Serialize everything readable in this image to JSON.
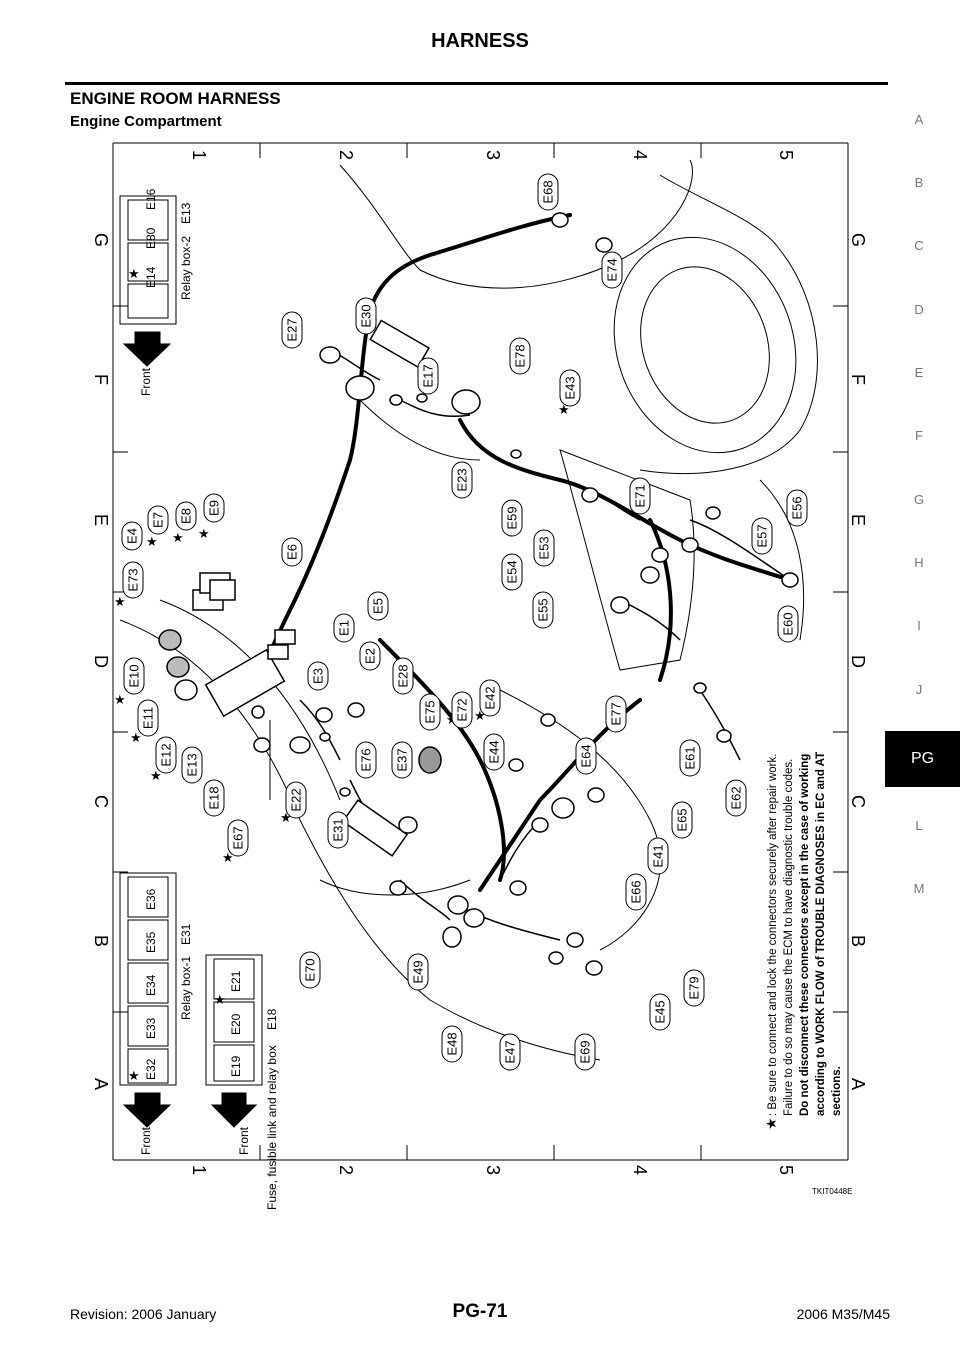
{
  "header": {
    "title": "HARNESS"
  },
  "section": {
    "title": "ENGINE ROOM HARNESS",
    "subtitle": "Engine Compartment"
  },
  "side_index": [
    "A",
    "B",
    "C",
    "D",
    "E",
    "F",
    "G",
    "H",
    "I",
    "J",
    "PG",
    "L",
    "M"
  ],
  "active_index": "PG",
  "grid": {
    "columns": [
      "1",
      "2",
      "3",
      "4",
      "5"
    ],
    "rows": [
      "G",
      "F",
      "E",
      "D",
      "C",
      "B",
      "A"
    ]
  },
  "relay_box_2": {
    "label": "Relay box-2",
    "front": "Front",
    "cells": [
      "E14",
      "E80",
      "E16"
    ],
    "bottom_label": "E13"
  },
  "relay_box_1": {
    "label": "Relay box-1",
    "front": "Front",
    "cells": [
      "E32",
      "E33",
      "E34",
      "E35",
      "E36"
    ],
    "bottom_label": "E31"
  },
  "fuse_box": {
    "label": "Fuse, fusible link and relay box",
    "front": "Front",
    "cells": [
      "E19",
      "E20",
      "E21"
    ],
    "bottom_label": "E18"
  },
  "connectors": [
    {
      "id": "E68"
    },
    {
      "id": "E74"
    },
    {
      "id": "E27"
    },
    {
      "id": "E30"
    },
    {
      "id": "E17"
    },
    {
      "id": "E78"
    },
    {
      "id": "E43"
    },
    {
      "id": "E23"
    },
    {
      "id": "E71"
    },
    {
      "id": "E59"
    },
    {
      "id": "E53"
    },
    {
      "id": "E56"
    },
    {
      "id": "E57"
    },
    {
      "id": "E54"
    },
    {
      "id": "E55"
    },
    {
      "id": "E60"
    },
    {
      "id": "E4"
    },
    {
      "id": "E7"
    },
    {
      "id": "E8"
    },
    {
      "id": "E9"
    },
    {
      "id": "E73"
    },
    {
      "id": "E6"
    },
    {
      "id": "E5"
    },
    {
      "id": "E1"
    },
    {
      "id": "E2"
    },
    {
      "id": "E3"
    },
    {
      "id": "E28"
    },
    {
      "id": "E10"
    },
    {
      "id": "E11"
    },
    {
      "id": "E12"
    },
    {
      "id": "E13"
    },
    {
      "id": "E18"
    },
    {
      "id": "E75"
    },
    {
      "id": "E72"
    },
    {
      "id": "E42"
    },
    {
      "id": "E77"
    },
    {
      "id": "E76"
    },
    {
      "id": "E37"
    },
    {
      "id": "E44"
    },
    {
      "id": "E64"
    },
    {
      "id": "E61"
    },
    {
      "id": "E22"
    },
    {
      "id": "E67"
    },
    {
      "id": "E31"
    },
    {
      "id": "E65"
    },
    {
      "id": "E62"
    },
    {
      "id": "E41"
    },
    {
      "id": "E66"
    },
    {
      "id": "E70"
    },
    {
      "id": "E49"
    },
    {
      "id": "E79"
    },
    {
      "id": "E45"
    },
    {
      "id": "E48"
    },
    {
      "id": "E47"
    },
    {
      "id": "E69"
    }
  ],
  "note": {
    "star": "★",
    "line1": ": Be sure to connect and lock the connectors securely after repair work.",
    "line2": "Failure to do so may cause the ECM to have diagnostic trouble codes.",
    "line3": "Do not disconnect these connectors except in the case of working",
    "line4": "according to WORK FLOW of TROUBLE DIAGNOSES in EC and AT",
    "line5": "sections."
  },
  "figure_id": "TKIT0448E",
  "footer": {
    "revision": "Revision: 2006 January",
    "page": "PG-71",
    "model": "2006 M35/M45"
  }
}
